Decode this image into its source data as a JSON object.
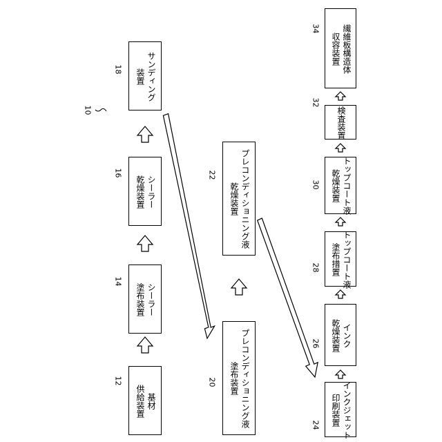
{
  "diagram": {
    "system_ref": "10",
    "boxes": {
      "substrate_supply": {
        "ref": "12",
        "line1": "基材",
        "line2": "供給装置"
      },
      "sealer_coating": {
        "ref": "14",
        "line1": "シーラー",
        "line2": "塗布装置"
      },
      "sealer_drying": {
        "ref": "16",
        "line1": "シーラー",
        "line2": "乾燥装置"
      },
      "sanding": {
        "ref": "18",
        "line1": "サンディング",
        "line2": "装置"
      },
      "preconditioning_coating": {
        "ref": "20",
        "line1": "プレコンディショニング液",
        "line2": "塗布装置"
      },
      "preconditioning_drying": {
        "ref": "22",
        "line1": "プレコンディショニング液",
        "line2": "乾燥装置"
      },
      "inkjet_printing": {
        "ref": "24",
        "line1": "インクジェット",
        "line2": "印刷装置"
      },
      "ink_drying": {
        "ref": "26",
        "line1": "インク",
        "line2": "乾燥装置"
      },
      "topcoat_coating": {
        "ref": "28",
        "line1": "トップコート液",
        "line2": "塗布措置"
      },
      "topcoat_drying": {
        "ref": "30",
        "line1": "トップコート液",
        "line2": "乾燥装置"
      },
      "inspection": {
        "ref": "32",
        "line1": "検査装置",
        "line2": ""
      },
      "fiberboard_storage": {
        "ref": "34",
        "line1": "繊維板構造体",
        "line2": "収容装置"
      }
    }
  }
}
